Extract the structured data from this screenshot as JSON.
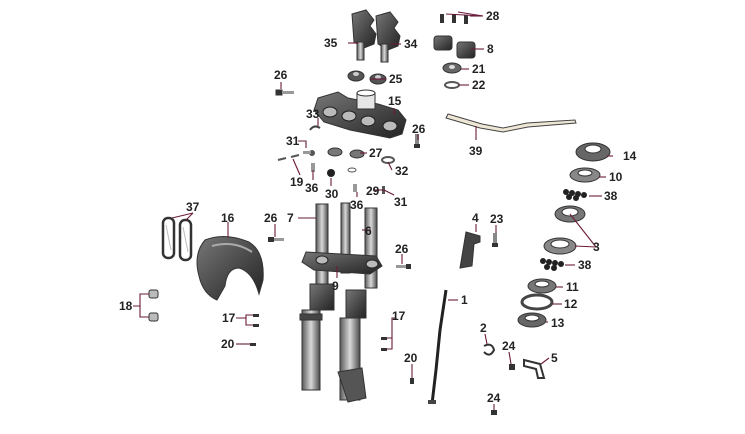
{
  "callouts": [
    {
      "id": "c1",
      "text": "1"
    },
    {
      "id": "c2",
      "text": "2"
    },
    {
      "id": "c3",
      "text": "3"
    },
    {
      "id": "c4",
      "text": "4"
    },
    {
      "id": "c5",
      "text": "5"
    },
    {
      "id": "c6",
      "text": "6"
    },
    {
      "id": "c7",
      "text": "7"
    },
    {
      "id": "c8",
      "text": "8"
    },
    {
      "id": "c9",
      "text": "9"
    },
    {
      "id": "c10",
      "text": "10"
    },
    {
      "id": "c11",
      "text": "11"
    },
    {
      "id": "c12",
      "text": "12"
    },
    {
      "id": "c13",
      "text": "13"
    },
    {
      "id": "c14",
      "text": "14"
    },
    {
      "id": "c15",
      "text": "15"
    },
    {
      "id": "c16",
      "text": "16"
    },
    {
      "id": "c17a",
      "text": "17"
    },
    {
      "id": "c17b",
      "text": "17"
    },
    {
      "id": "c18",
      "text": "18"
    },
    {
      "id": "c19",
      "text": "19"
    },
    {
      "id": "c20a",
      "text": "20"
    },
    {
      "id": "c20b",
      "text": "20"
    },
    {
      "id": "c21",
      "text": "21"
    },
    {
      "id": "c22",
      "text": "22"
    },
    {
      "id": "c23",
      "text": "23"
    },
    {
      "id": "c24a",
      "text": "24"
    },
    {
      "id": "c24b",
      "text": "24"
    },
    {
      "id": "c25",
      "text": "25"
    },
    {
      "id": "c26a",
      "text": "26"
    },
    {
      "id": "c26b",
      "text": "26"
    },
    {
      "id": "c26c",
      "text": "26"
    },
    {
      "id": "c26d",
      "text": "26"
    },
    {
      "id": "c27",
      "text": "27"
    },
    {
      "id": "c28",
      "text": "28"
    },
    {
      "id": "c29",
      "text": "29"
    },
    {
      "id": "c30",
      "text": "30"
    },
    {
      "id": "c31a",
      "text": "31"
    },
    {
      "id": "c31b",
      "text": "31"
    },
    {
      "id": "c32",
      "text": "32"
    },
    {
      "id": "c33",
      "text": "33"
    },
    {
      "id": "c34",
      "text": "34"
    },
    {
      "id": "c35",
      "text": "35"
    },
    {
      "id": "c36a",
      "text": "36"
    },
    {
      "id": "c36b",
      "text": "36"
    },
    {
      "id": "c37",
      "text": "37"
    },
    {
      "id": "c38a",
      "text": "38"
    },
    {
      "id": "c38b",
      "text": "38"
    },
    {
      "id": "c39",
      "text": "39"
    }
  ],
  "colors": {
    "leader": "#6a1b3a",
    "part_dark": "#3a3a3a",
    "part_mid": "#8a8a8a",
    "part_light": "#d6d6d6",
    "handlebar": "#efe7d6"
  }
}
